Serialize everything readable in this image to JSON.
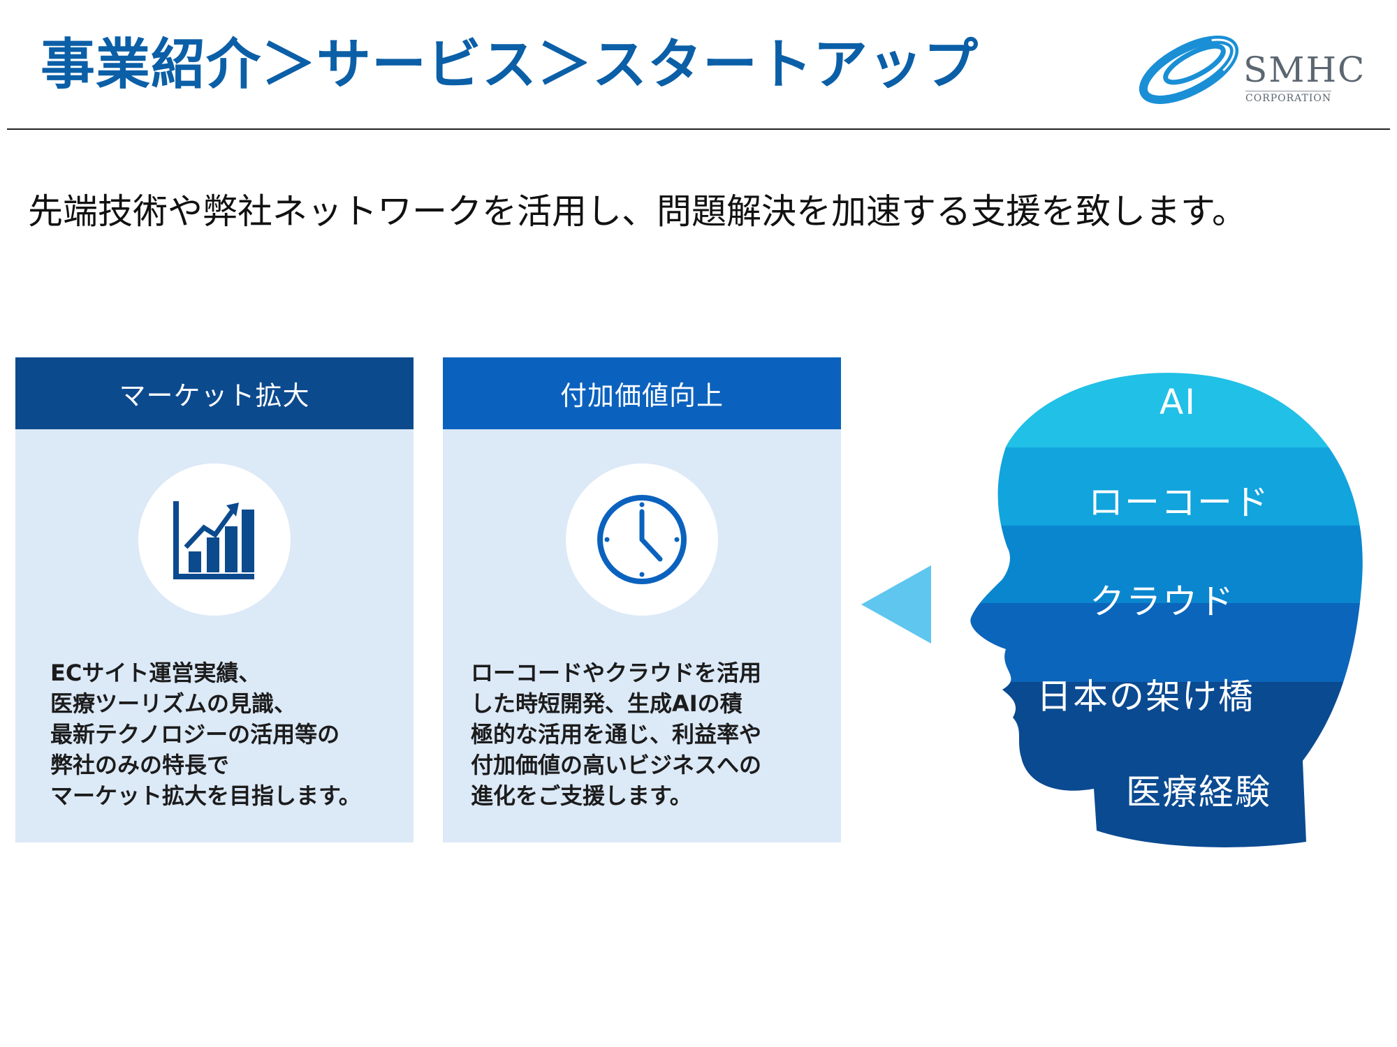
{
  "header": {
    "title": "事業紹介＞サービス＞スタートアップ",
    "logo": {
      "name": "SMHC",
      "sub": "CORPORATION",
      "ring_color": "#1a8fd6"
    }
  },
  "lead": "先端技術や弊社ネットワークを活用し、問題解決を加速する支援を致します。",
  "cards": [
    {
      "title": "マーケット拡大",
      "icon": "bar-chart-growth-icon",
      "lines": [
        "ECサイト運営実績、",
        "医療ツーリズムの見識、",
        "最新テクノロジーの活用等の",
        "弊社のみの特長で",
        "マーケット拡大を目指します。"
      ]
    },
    {
      "title": "付加価値向上",
      "icon": "clock-icon",
      "lines": [
        "ローコードやクラウドを活用",
        "した時短開発、生成AIの積",
        "極的な活用を通じ、利益率や",
        "付加価値の高いビジネスへの",
        "進化をご支援します。"
      ]
    }
  ],
  "head_layers": [
    {
      "label": "AI",
      "color": "#21c0e6"
    },
    {
      "label": "ローコード",
      "color": "#12a4dc"
    },
    {
      "label": "クラウド",
      "color": "#0a86cf"
    },
    {
      "label": "日本の架け橋",
      "color": "#0b65bb"
    },
    {
      "label": "医療経験",
      "color": "#0a4a91"
    }
  ],
  "colors": {
    "title": "#0b5fa7",
    "card_bg": "#dce9f7",
    "icon_blue": "#0c4a8e",
    "arrow": "#5ec6ef"
  }
}
